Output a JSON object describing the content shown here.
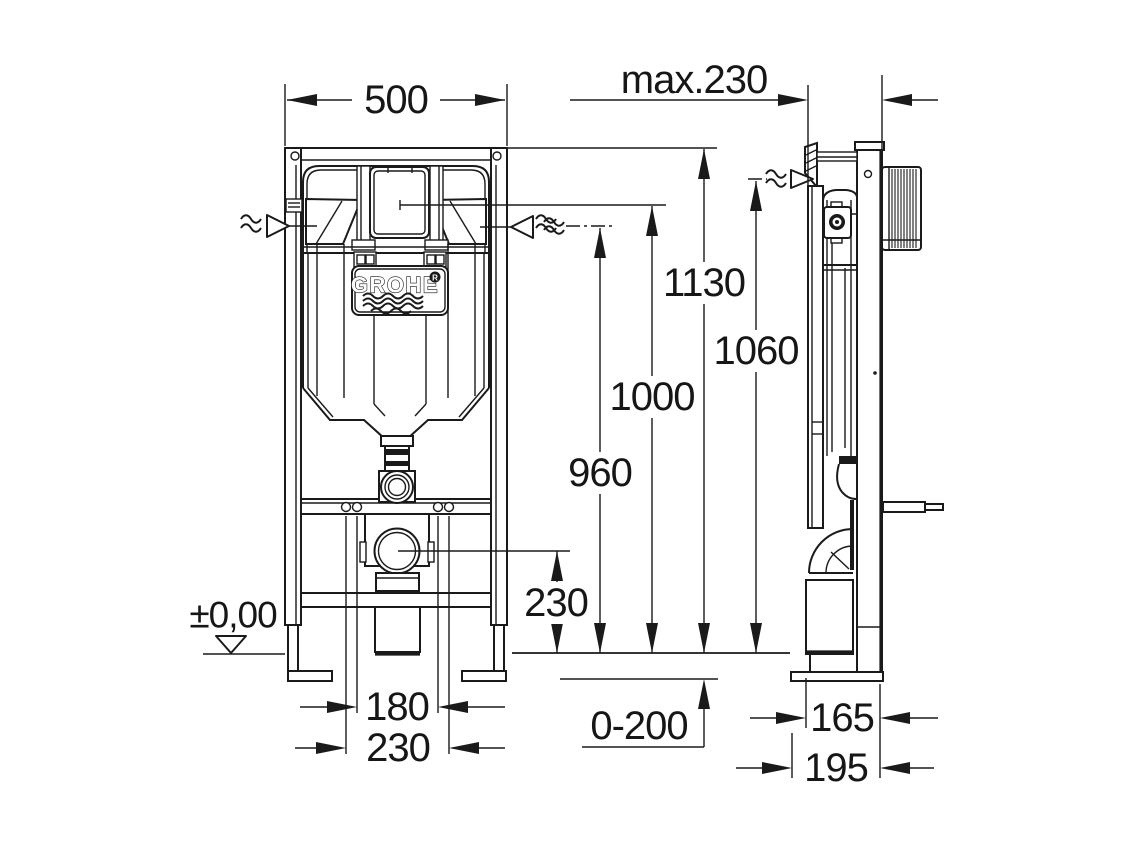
{
  "drawing": {
    "brand": {
      "name": "GROHE",
      "registered_mark": "R"
    },
    "labels": {
      "front_width": "500",
      "max_depth": "max.230",
      "total_height": "1130",
      "side_height": "1060",
      "actuator_height": "1000",
      "supply_height": "960",
      "outlet_height": "230",
      "floor_level": "±0,00",
      "bolt_spacing_inner": "180",
      "bolt_spacing_outer": "230",
      "foot_adjustment": "0-200",
      "frame_depth": "165",
      "footplate_depth": "195"
    }
  }
}
